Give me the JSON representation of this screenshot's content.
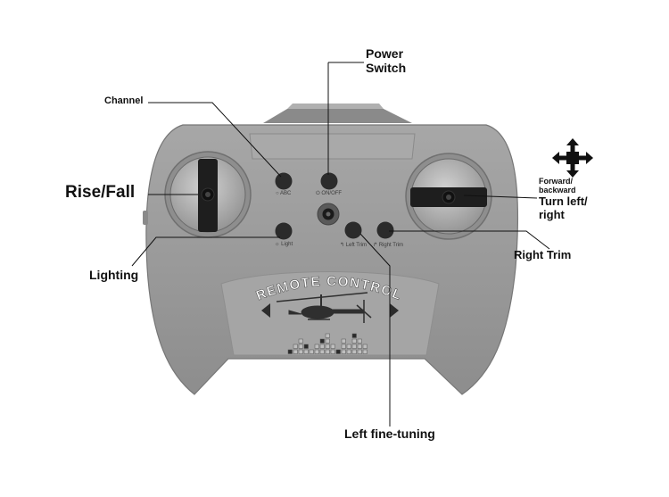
{
  "callouts": {
    "power_switch": [
      "Power",
      "Switch"
    ],
    "channel": "Channel",
    "rise_fall": "Rise/Fall",
    "lighting": "Lighting",
    "forward_backward": [
      "Forward/",
      "backward"
    ],
    "turn_left_right": [
      "Turn left/",
      "right"
    ],
    "right_trim": "Right Trim",
    "left_fine_tuning": "Left fine-tuning"
  },
  "button_labels": {
    "abc": "ABC",
    "on_off": "ON/OFF",
    "light": "Light",
    "left_trim": "Left Trim",
    "right_trim": "Right Trim"
  },
  "remote_text": "REMOTE CONTROL",
  "icons": [
    "four-way-arrows-icon",
    "helicopter-icon",
    "left-arrow-icon",
    "right-arrow-icon",
    "led-grid-icon"
  ],
  "colors": {
    "body": "#9a9a9a",
    "body_dark": "#7f7f7f",
    "button": "#2b2b2b",
    "stick": "#1e1e1e",
    "leader": "#111111"
  }
}
